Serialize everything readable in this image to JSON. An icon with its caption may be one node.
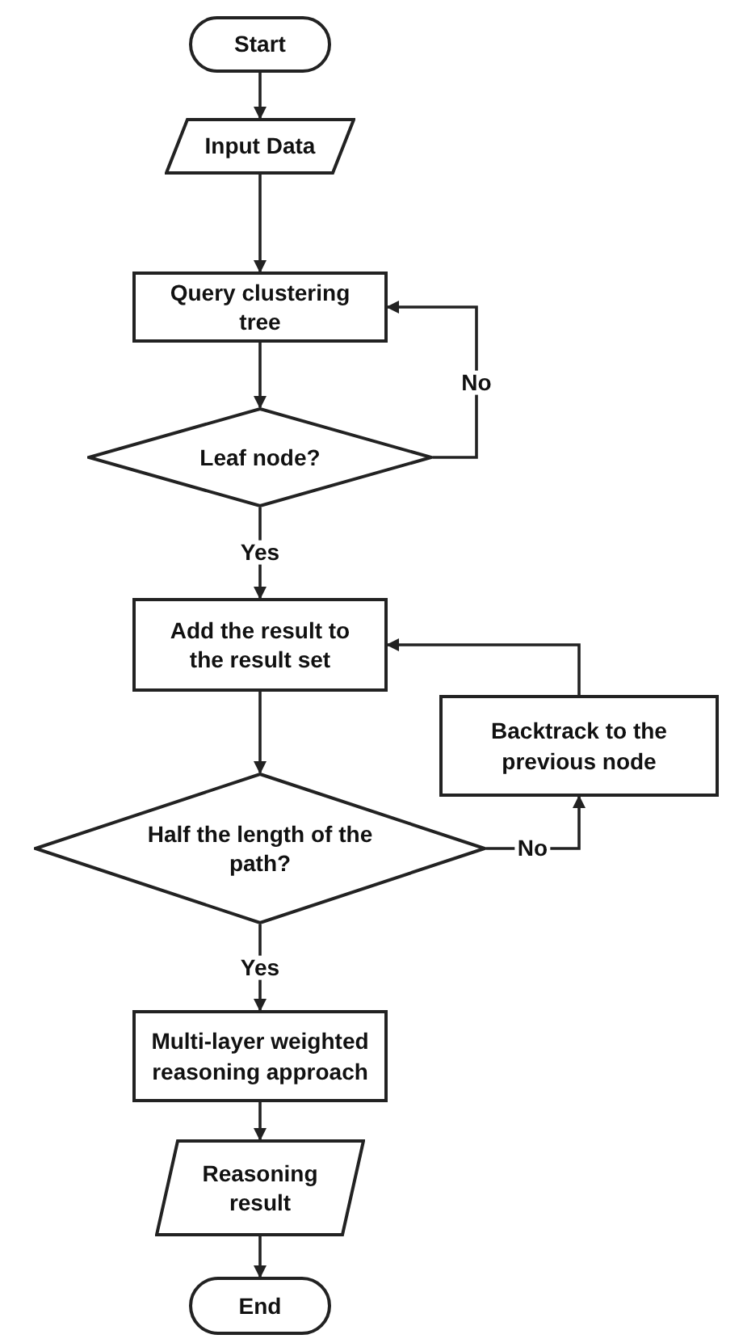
{
  "diagram": {
    "nodes": [
      {
        "text": [
          "Start"
        ]
      },
      {
        "text": [
          "Input Data"
        ]
      },
      {
        "text": [
          "Query clustering tree"
        ]
      },
      {
        "text": [
          "Leaf node?"
        ]
      },
      {
        "text": [
          "Add the result to the result set"
        ]
      },
      {
        "text": [
          "Backtrack to the previous node"
        ]
      },
      {
        "text": [
          "Half the length of the path?"
        ]
      },
      {
        "text": [
          "Multi-layer weighted reasoning approach"
        ]
      },
      {
        "text": [
          "Reasoning result"
        ]
      },
      {
        "text": [
          "End"
        ]
      }
    ],
    "edges": [
      {
        "from": 0,
        "to": 1,
        "arrow": "to"
      },
      {
        "from": 1,
        "to": 2,
        "arrow": "to"
      },
      {
        "from": 2,
        "to": 3,
        "arrow": "to"
      },
      {
        "from": 3,
        "to": 2,
        "arrow": "to",
        "label": "No"
      },
      {
        "from": 3,
        "to": 4,
        "arrow": "to",
        "label": "Yes"
      },
      {
        "from": 4,
        "to": 6,
        "arrow": "to"
      },
      {
        "from": 6,
        "to": 5,
        "arrow": "to",
        "label": "No"
      },
      {
        "from": 5,
        "to": 4,
        "arrow": "to"
      },
      {
        "from": 6,
        "to": 7,
        "arrow": "to",
        "label": "Yes"
      },
      {
        "from": 7,
        "to": 8,
        "arrow": "to"
      },
      {
        "from": 8,
        "to": 9,
        "arrow": "to"
      }
    ]
  }
}
